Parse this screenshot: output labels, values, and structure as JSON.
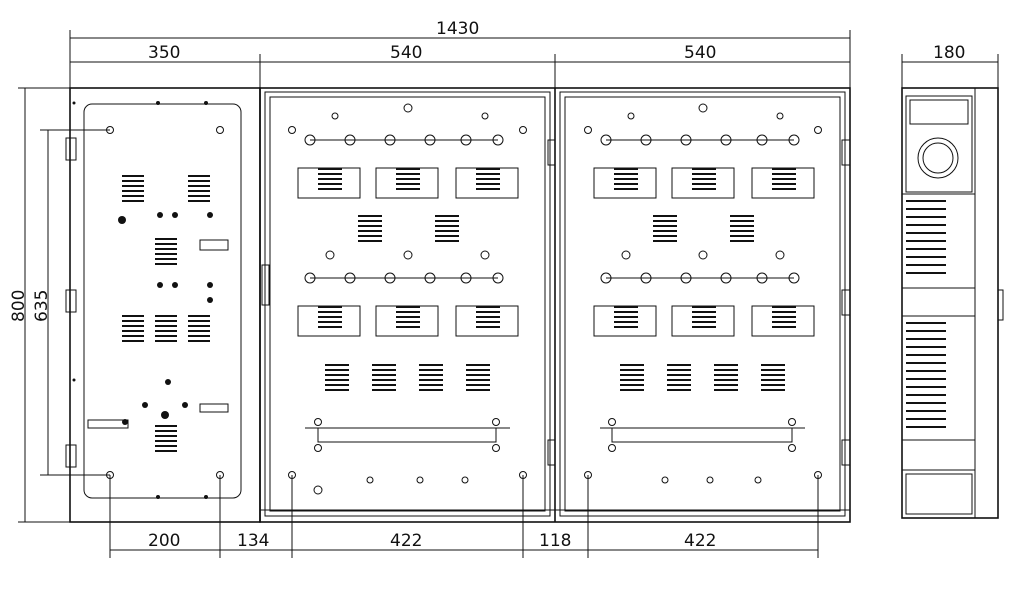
{
  "dimensions": {
    "overall_width": "1430",
    "left_width": "350",
    "middle_width": "540",
    "right_width": "540",
    "side_depth": "180",
    "overall_height": "800",
    "inner_height": "635",
    "bottom_a": "200",
    "bottom_b": "134",
    "bottom_c": "422",
    "bottom_d": "118",
    "bottom_e": "422"
  }
}
